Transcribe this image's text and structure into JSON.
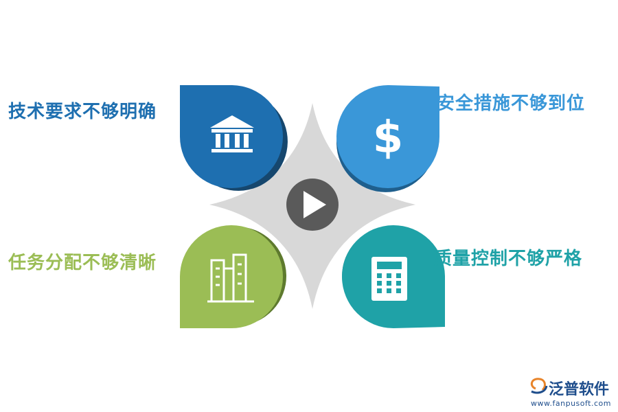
{
  "items": [
    {
      "label": "技术要求不够明确",
      "color": "#1e6fb0",
      "icon": "bank-icon"
    },
    {
      "label": "安全措施不够到位",
      "color": "#3a97d8",
      "icon": "dollar-icon"
    },
    {
      "label": "任务分配不够清晰",
      "color": "#9bbd55",
      "icon": "buildings-icon"
    },
    {
      "label": "质量控制不够严格",
      "color": "#1fa2a7",
      "icon": "calculator-icon"
    }
  ],
  "center": {
    "icon": "play-icon"
  },
  "brand": {
    "name": "泛普软件",
    "url": "www.fanpusoft.com"
  }
}
